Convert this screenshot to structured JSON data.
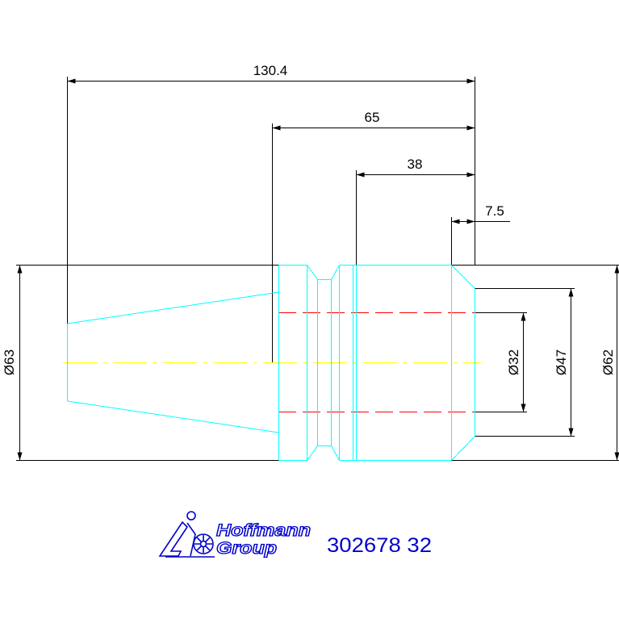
{
  "drawing": {
    "horizontal_dimensions": [
      "130.4",
      "65",
      "38",
      "7.5"
    ],
    "diameter_dimensions": [
      "Ø63",
      "Ø32",
      "Ø47",
      "Ø62"
    ]
  },
  "logo": {
    "line1": "Hoffmann",
    "line2": "Group"
  },
  "part_number": "302678 32",
  "colors": {
    "background": "#FFFFFF",
    "dimension_lines": "#000000",
    "part_outline": "#00FFFF",
    "hidden_lines": "#FF0000",
    "centerline": "#FFFF00",
    "logo": "#0000CC"
  }
}
